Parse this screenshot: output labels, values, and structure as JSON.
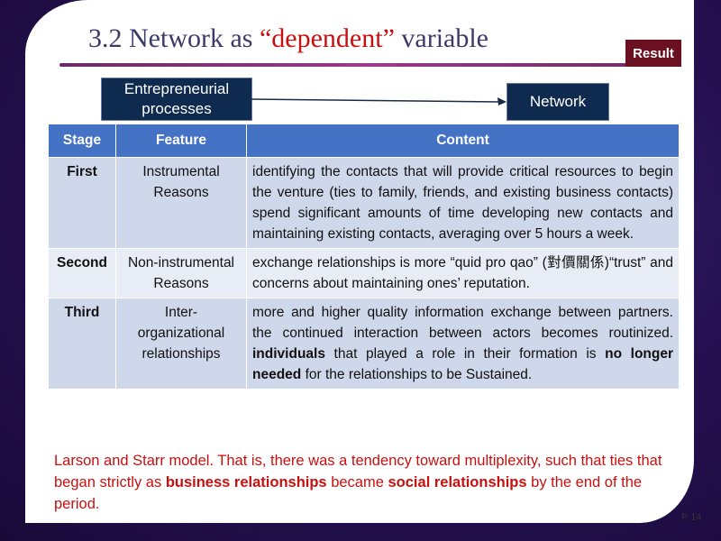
{
  "slide": {
    "title_pre": "3.2 Network as ",
    "title_highlight": "“dependent”",
    "title_post": " variable",
    "badge": "Result",
    "page_number": "P 14"
  },
  "flow": {
    "source": "Entrepreneurial processes",
    "target": "Network"
  },
  "table": {
    "headers": {
      "stage": "Stage",
      "feature": "Feature",
      "content": "Content"
    },
    "rows": [
      {
        "stage": "First",
        "feature": "Instrumental Reasons",
        "content": "identifying the contacts that will provide critical resources to begin the venture (ties to family, friends, and existing business contacts) spend significant amounts of time developing new contacts and maintaining existing contacts, averaging over 5 hours a week."
      },
      {
        "stage": "Second",
        "feature": "Non-instrumental Reasons",
        "content": "exchange relationships is more “quid pro qao” (對價關係)“trust” and concerns about maintaining ones’ reputation."
      },
      {
        "stage": "Third",
        "feature": "Inter-organizational relationships",
        "content_a": "more and higher quality information exchange between partners. the continued interaction between actors becomes routinized. ",
        "content_b": "individuals",
        "content_c": " that played a role in their formation is ",
        "content_d": "no longer needed",
        "content_e": " for the relationships to be Sustained."
      }
    ]
  },
  "summary": {
    "part_a": "Larson and Starr model. That is, there was a tendency toward multiplexity, such that ties that began strictly as ",
    "part_b": "business relationships",
    "part_c": " became ",
    "part_d": "social relationships",
    "part_e": " by the end of the period."
  },
  "colors": {
    "header_blue": "#4472c4",
    "flow_box_navy": "#0e2a4e",
    "badge_maroon": "#6b1020",
    "highlight_red": "#c81010"
  }
}
